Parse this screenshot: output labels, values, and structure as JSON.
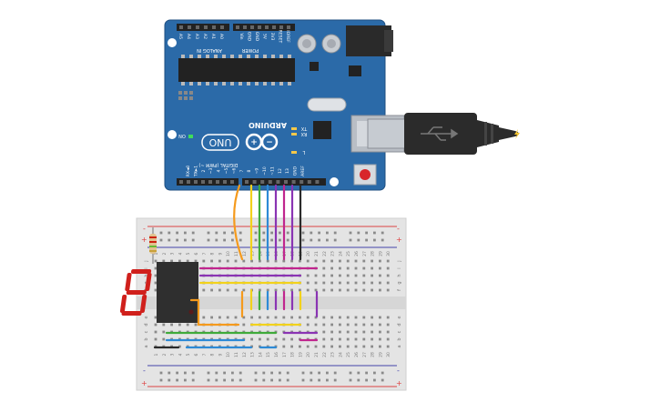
{
  "board": {
    "brand": "ARDUINO",
    "model": "UNO",
    "header_analog": "ANALOG IN",
    "header_power": "POWER",
    "header_digital": "DIGITAL (PWM ~)",
    "analog_pins": [
      "A0",
      "A1",
      "A2",
      "A3",
      "A4",
      "A5"
    ],
    "power_pins": [
      "IOREF",
      "RESET",
      "3V3",
      "5V",
      "GND",
      "GND",
      "Vin"
    ],
    "digital_pins": [
      "AREF",
      "GND",
      "13",
      "12",
      "~11",
      "~10",
      "~9",
      "8",
      "7",
      "~6",
      "~5",
      "4",
      "~3",
      "2",
      "TX►1",
      "RX◄0"
    ],
    "led_on": "ON",
    "led_l": "L",
    "led_tx": "TX",
    "led_rx": "RX",
    "board_color": "#2b6aa8"
  },
  "breadboard": {
    "rail_plus": "+",
    "rail_minus": "-",
    "row_letters_top": [
      "j",
      "i",
      "h",
      "g",
      "f"
    ],
    "row_letters_bottom": [
      "e",
      "d",
      "c",
      "b",
      "a"
    ],
    "column_numbers": [
      "1",
      "2",
      "3",
      "4",
      "5",
      "6",
      "7",
      "8",
      "9",
      "10",
      "11",
      "12",
      "13",
      "14",
      "15",
      "16",
      "17",
      "18",
      "19",
      "20",
      "21",
      "22",
      "23",
      "24",
      "25",
      "26",
      "27",
      "28",
      "29",
      "30"
    ]
  },
  "display": {
    "digit": "8",
    "segment_color": "#d0201c"
  },
  "wire_colors": {
    "orange": "#f59a1c",
    "yellow": "#f2d21b",
    "green": "#3faa3a",
    "blue": "#2d8ad6",
    "purple": "#8a34b3",
    "magenta": "#c0268e",
    "black": "#2a2a2a"
  }
}
